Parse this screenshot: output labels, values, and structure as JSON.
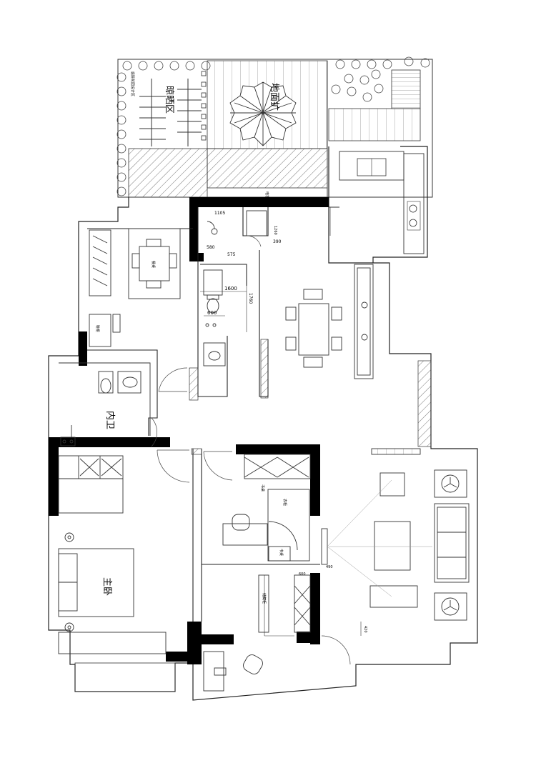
{
  "rooms": {
    "terrace": "地面扩",
    "garden_area": "晾晒区",
    "garden_note": "庭院花园设计区",
    "inner_bath": "内卫",
    "master_bedroom": "主卧",
    "dining_table": "餐桌",
    "study_desk": "书桌",
    "wardrobe": "衣柜",
    "shoe_cabinet": "鞋柜",
    "desk_note": "书桌",
    "tatami": "储藏柜",
    "tv_cabinet": "电视柜"
  },
  "dimensions": {
    "d1105": "1105",
    "d1260": "1260",
    "d580": "580",
    "d575": "575",
    "d390": "390",
    "d1600": "1600",
    "d1760": "1760",
    "d600": "600",
    "d600b": "600",
    "d490": "490",
    "d420": "420"
  },
  "colors": {
    "wall": "#000000",
    "line": "#333333",
    "hatch": "#555555",
    "paper": "#ffffff"
  }
}
